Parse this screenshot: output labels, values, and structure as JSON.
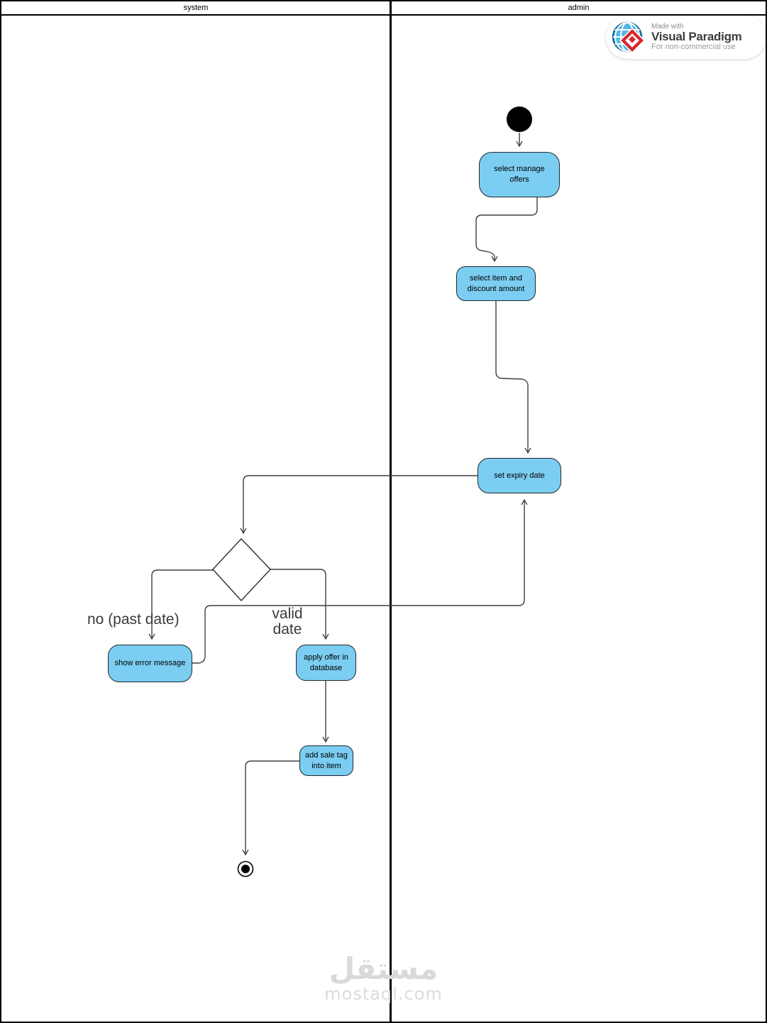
{
  "diagram": {
    "lanes": [
      {
        "label": "system"
      },
      {
        "label": "admin"
      }
    ],
    "nodes": {
      "select_manage_offers": {
        "label": "select manage offers"
      },
      "select_item_discount": {
        "label": "select item and discount amount"
      },
      "set_expiry_date": {
        "label": "set expiry date"
      },
      "show_error_message": {
        "label": "show error message"
      },
      "apply_offer_database": {
        "label": "apply offer in database"
      },
      "add_sale_tag": {
        "label": "add sale tag into item"
      }
    },
    "edge_labels": {
      "no_branch": "no (past date)",
      "valid_line1": "valid",
      "valid_line2": "date"
    }
  },
  "logo": {
    "made_with": "Made with",
    "brand": "Visual Paradigm",
    "subtitle": "For non-commercial use"
  },
  "watermark": {
    "arabic": "مستقل",
    "latin": "mostaql.com"
  },
  "colors": {
    "node_fill": "#7BCDF1",
    "node_border": "#22272c",
    "edge": "#3f3f3f",
    "watermark": "#d9d9d9",
    "logo_red": "#D9252C",
    "logo_blue": "#4FB8E5"
  }
}
